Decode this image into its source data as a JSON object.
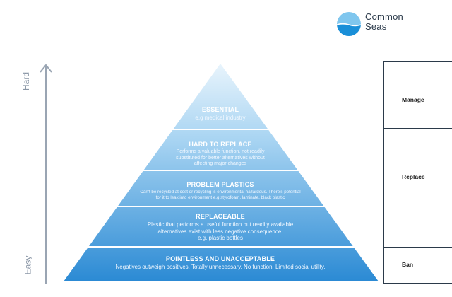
{
  "logo": {
    "line1": "Common",
    "line2": "Seas",
    "colors": {
      "top": "#7fc6ee",
      "bottom": "#1a8fd8"
    }
  },
  "axis": {
    "top_label": "Hard",
    "bottom_label": "Easy",
    "color": "#9aa5b3"
  },
  "tiers": [
    {
      "title": "ESSENTIAL",
      "desc": [
        "e.g medical industry"
      ]
    },
    {
      "title": "HARD TO REPLACE",
      "desc": [
        "Performs a valuable function, not readily",
        "substituted for better alternatives without",
        "affecting major changes"
      ]
    },
    {
      "title": "PROBLEM PLASTICS",
      "desc": [
        "Can't be recycled at cost or recycling is environmental hazardous. There's potential",
        "for it to leak into environment e.g styrofoam, laminate, black plastic"
      ]
    },
    {
      "title": "REPLACEABLE",
      "desc": [
        "Plastic that performs a useful function but readily available",
        "alternatives exist with less negative consequence.",
        "e.g. plastic bottles"
      ]
    },
    {
      "title": "POINTLESS AND UNACCEPTABLE",
      "desc": [
        "Negatives outweigh positives. Totally unnecessary. No function. Limited social utility."
      ]
    }
  ],
  "actions": [
    "Manage",
    "Replace",
    "Ban"
  ],
  "colors": {
    "pyramid_top": "#e8f4fc",
    "pyramid_bottom": "#2b8ad4",
    "divider": "#ffffff"
  }
}
